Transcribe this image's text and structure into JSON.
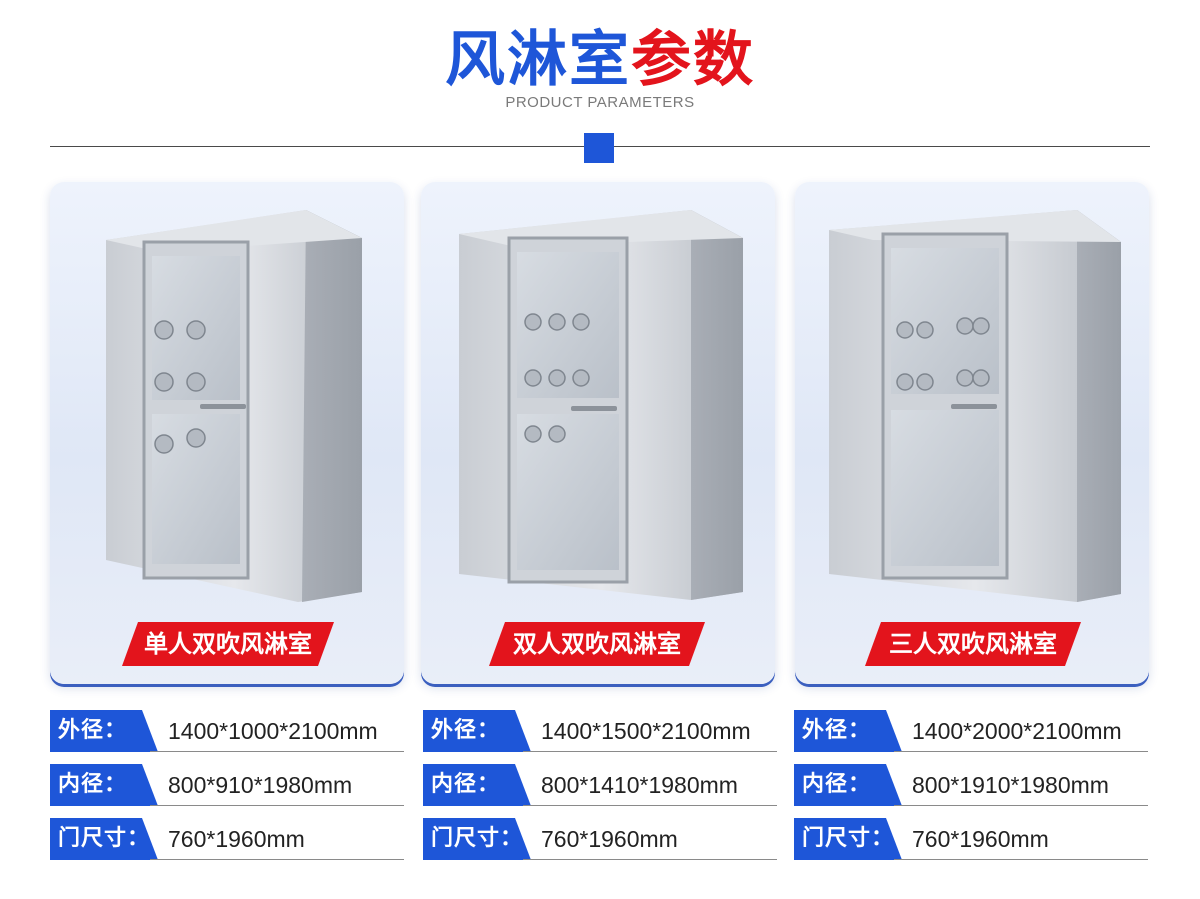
{
  "header": {
    "title_blue": "风淋室",
    "title_red": "参数",
    "subtitle": "PRODUCT PARAMETERS"
  },
  "colors": {
    "accent_blue": "#1e56d8",
    "accent_red": "#e3141c"
  },
  "products": [
    {
      "name": "单人双吹风淋室",
      "outer_label": "外径：",
      "outer": "1400*1000*2100mm",
      "inner_label": "内径：",
      "inner": "800*910*1980mm",
      "door_label": "门尺寸：",
      "door": "760*1960mm"
    },
    {
      "name": "双人双吹风淋室",
      "outer_label": "外径：",
      "outer": "1400*1500*2100mm",
      "inner_label": "内径：",
      "inner": "800*1410*1980mm",
      "door_label": "门尺寸：",
      "door": "760*1960mm"
    },
    {
      "name": "三人双吹风淋室",
      "outer_label": "外径：",
      "outer": "1400*2000*2100mm",
      "inner_label": "内径：",
      "inner": "800*1910*1980mm",
      "door_label": "门尺寸：",
      "door": "760*1960mm"
    }
  ]
}
